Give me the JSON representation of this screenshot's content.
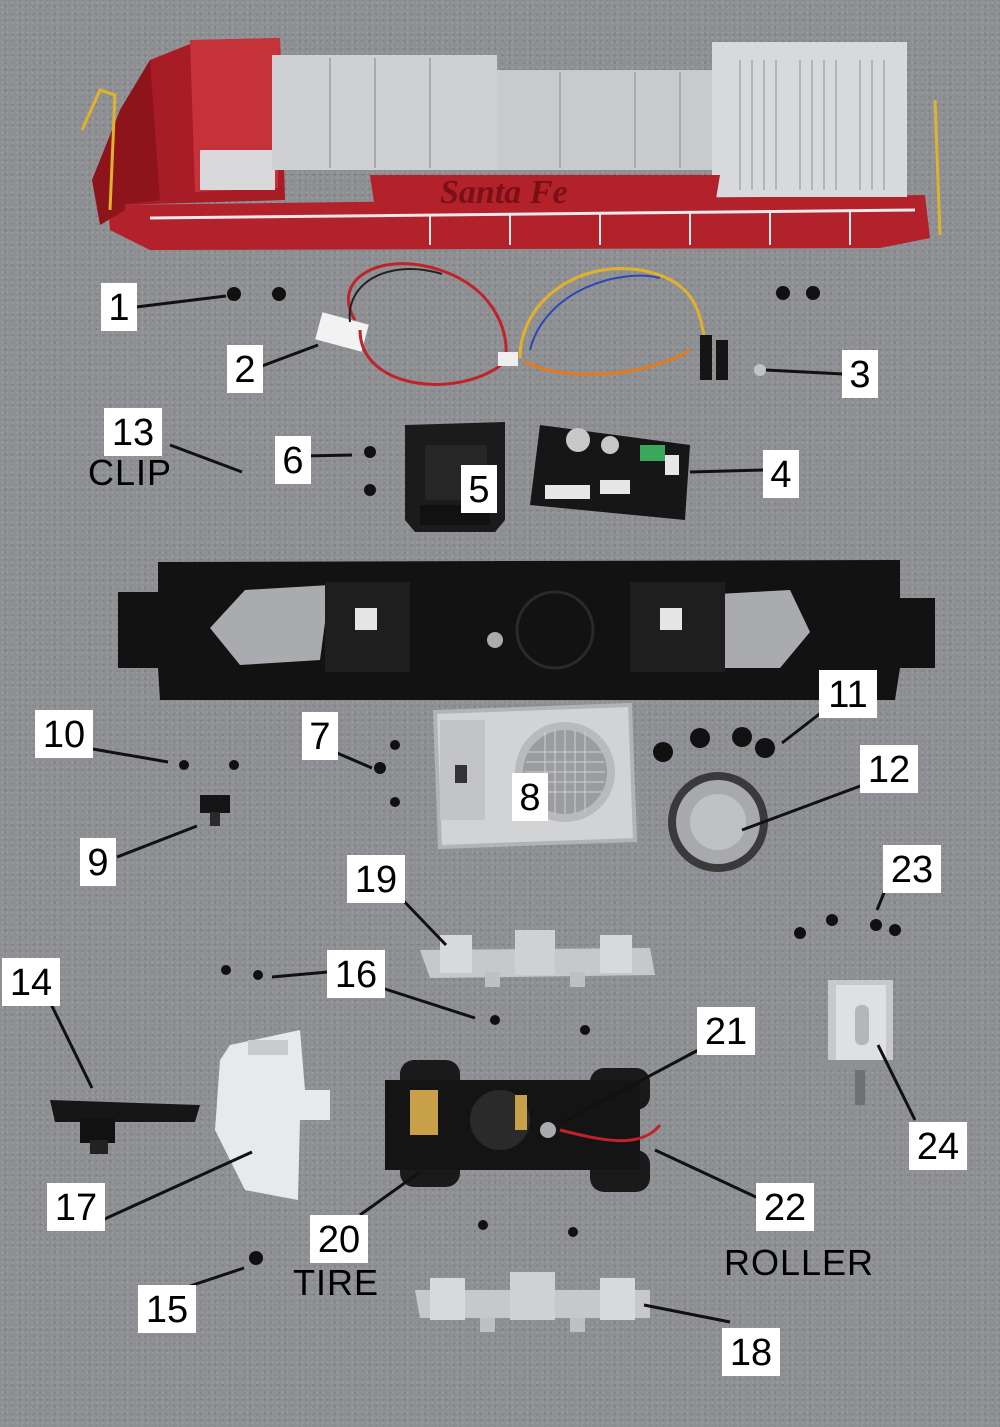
{
  "labels": {
    "l1": "1",
    "l2": "2",
    "l3": "3",
    "l4": "4",
    "l5": "5",
    "l6": "6",
    "l7": "7",
    "l8": "8",
    "l9": "9",
    "l10": "10",
    "l11": "11",
    "l12": "12",
    "l13": "13",
    "l14": "14",
    "l15": "15",
    "l16": "16",
    "l17": "17",
    "l18": "18",
    "l19": "19",
    "l20": "20",
    "l21": "21",
    "l22": "22",
    "l23": "23",
    "l24": "24"
  },
  "words": {
    "clip": "CLIP",
    "tire": "TIRE",
    "roller": "ROLLER"
  },
  "shell_text": {
    "brand": "Santa Fe"
  },
  "colors": {
    "background": "#8d8f93",
    "shell_red": "#b3212a",
    "shell_silver": "#d4d5d7",
    "frame_black": "#141414",
    "label_bg": "#ffffff"
  }
}
